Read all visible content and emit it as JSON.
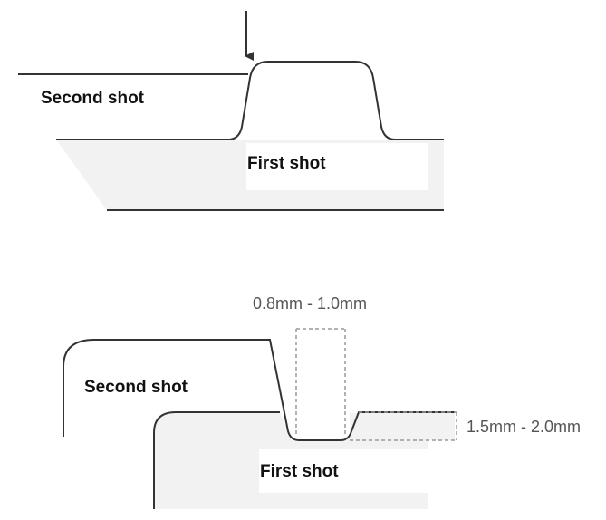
{
  "top_diagram": {
    "second_shot_label": "Second shot",
    "first_shot_label": "First shot"
  },
  "bottom_diagram": {
    "second_shot_label": "Second shot",
    "first_shot_label": "First shot",
    "width_dimension": "0.8mm - 1.0mm",
    "depth_dimension": "1.5mm - 2.0mm"
  },
  "colors": {
    "stroke": "#333333",
    "fill": "#f2f2f2",
    "dash": "#999999"
  }
}
